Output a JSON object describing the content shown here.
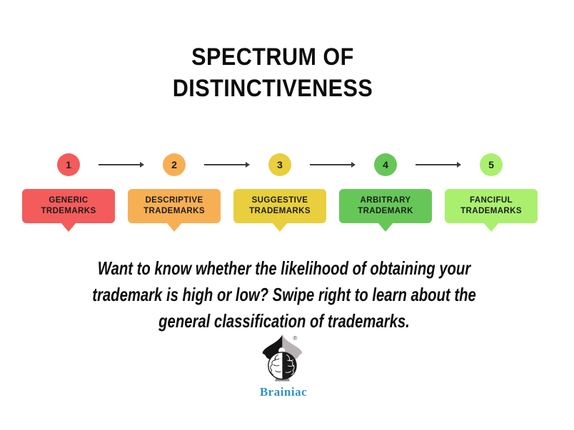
{
  "title": {
    "line1": "SPECTRUM OF",
    "line2": "DISTINCTIVENESS"
  },
  "spectrum": {
    "arrow_color": "#3C3C3C",
    "number_text_color": "#1B1B1B",
    "label_text_color": "#1C1C1C",
    "steps": [
      {
        "number": "1",
        "label_line1": "GENERIC",
        "label_line2": "TRDEMARKS",
        "color": "#F45B5B"
      },
      {
        "number": "2",
        "label_line1": "DESCRIPTIVE",
        "label_line2": "TRADEMARKS",
        "color": "#F7AF54"
      },
      {
        "number": "3",
        "label_line1": "SUGGESTIVE",
        "label_line2": "TRADEMARKS",
        "color": "#E9CF3D"
      },
      {
        "number": "4",
        "label_line1": "ARBITRARY",
        "label_line2": "TRADEMARK",
        "color": "#66C758"
      },
      {
        "number": "5",
        "label_line1": "FANCIFUL",
        "label_line2": "TRADEMARKS",
        "color": "#AAF06E"
      }
    ]
  },
  "description": {
    "line1": "Want to know whether the likelihood of obtaining your",
    "line2": "trademark is high or low? Swipe right  to learn about the",
    "line3": "general classification of trademarks."
  },
  "brand": {
    "name": "Brainiac",
    "registered_symbol": "®",
    "color": "#2E93C0"
  }
}
